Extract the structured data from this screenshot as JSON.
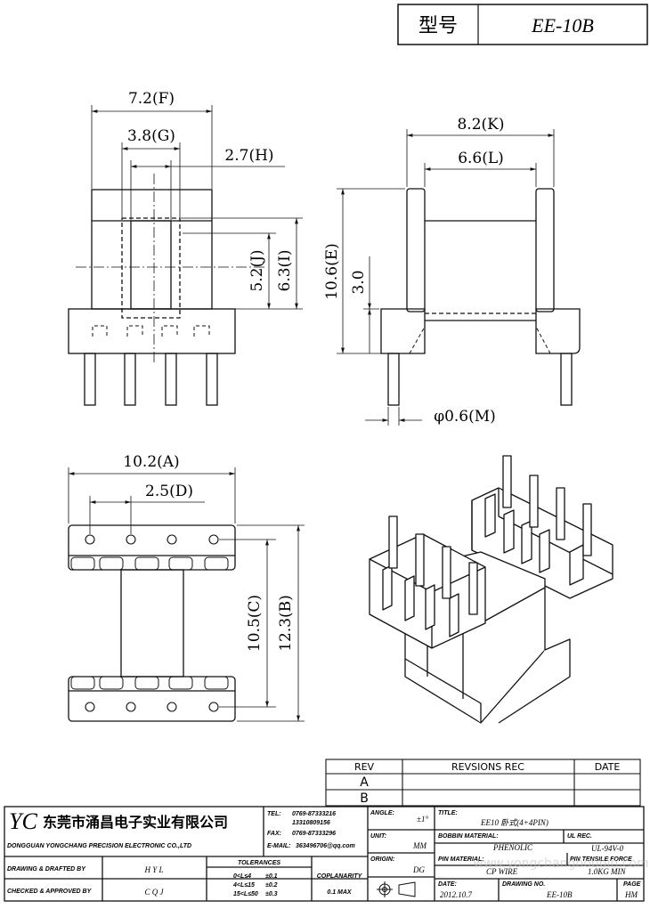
{
  "header": {
    "model_label": "型号",
    "model_value": "EE-10B"
  },
  "dimensions": {
    "F": "7.2(F)",
    "G": "3.8(G)",
    "H": "2.7(H)",
    "J": "5.2(J)",
    "I": "6.3(I)",
    "K": "8.2(K)",
    "L": "6.6(L)",
    "E": "10.6(E)",
    "height3": "3.0",
    "M": "φ0.6(M)",
    "A": "10.2(A)",
    "D": "2.5(D)",
    "C": "10.5(C)",
    "B": "12.3(B)"
  },
  "revision_table": {
    "rev": "REV",
    "revisions": "REVSIONS REC",
    "date": "DATE",
    "rows": [
      "A",
      "B"
    ]
  },
  "company": {
    "logo": "YC",
    "name_cn": "东莞市涌昌电子实业有限公司",
    "name_en": "DONGGUAN YONGCHANG PRECISION ELECTRONIC CO.,LTD",
    "tel_label": "TEL:",
    "tel_1": "0769-87333216",
    "tel_2": "13310809156",
    "fax_label": "FAX:",
    "fax": "0769-87333296",
    "email_label": "E-MAIL:",
    "email": "363496706@qq.com"
  },
  "title_block": {
    "angle_label": "ANGLE:",
    "angle_value": "±1°",
    "unit_label": "UNIT:",
    "unit_value": "MM",
    "origin_label": "ORIGIN:",
    "origin_value": "DG",
    "title_label": "TITLE:",
    "title_value": "EE10 卧式(4+4PIN)",
    "bobbin_label": "BOBBIN MATERIAL:",
    "bobbin_value": "PHENOLIC",
    "ul_label": "UL REC.",
    "ul_value": "UL-94V-0",
    "pin_label": "PIN MATERIAL:",
    "pin_value": "CP WIRE",
    "tensile_label": "PIN TENSILE FORCE",
    "tensile_value": "1.0KG MIN",
    "date_label": "DATE:",
    "date_value": "2012.10.7",
    "drawing_label": "DRAWING NO.",
    "drawing_value": "EE-10B",
    "page_label": "PAGE",
    "page_value": "HM",
    "drawn_label": "DRAWING & DRAFTED BY",
    "drawn_value": "H Y L",
    "checked_label": "CHECKED & APPROVED BY",
    "checked_value": "C Q J",
    "tolerances_label": "TOLERANCES",
    "tol_1": "0<L≤4",
    "tol_1v": "±0.1",
    "tol_2": "4<L≤15",
    "tol_2v": "±0.2",
    "tol_3": "15<L≤50",
    "tol_3v": "±0.3",
    "coplanarity_label": "COPLANARITY",
    "coplanarity_value": "0.1 MAX"
  },
  "watermark": "www.yongchangbobbin.com"
}
